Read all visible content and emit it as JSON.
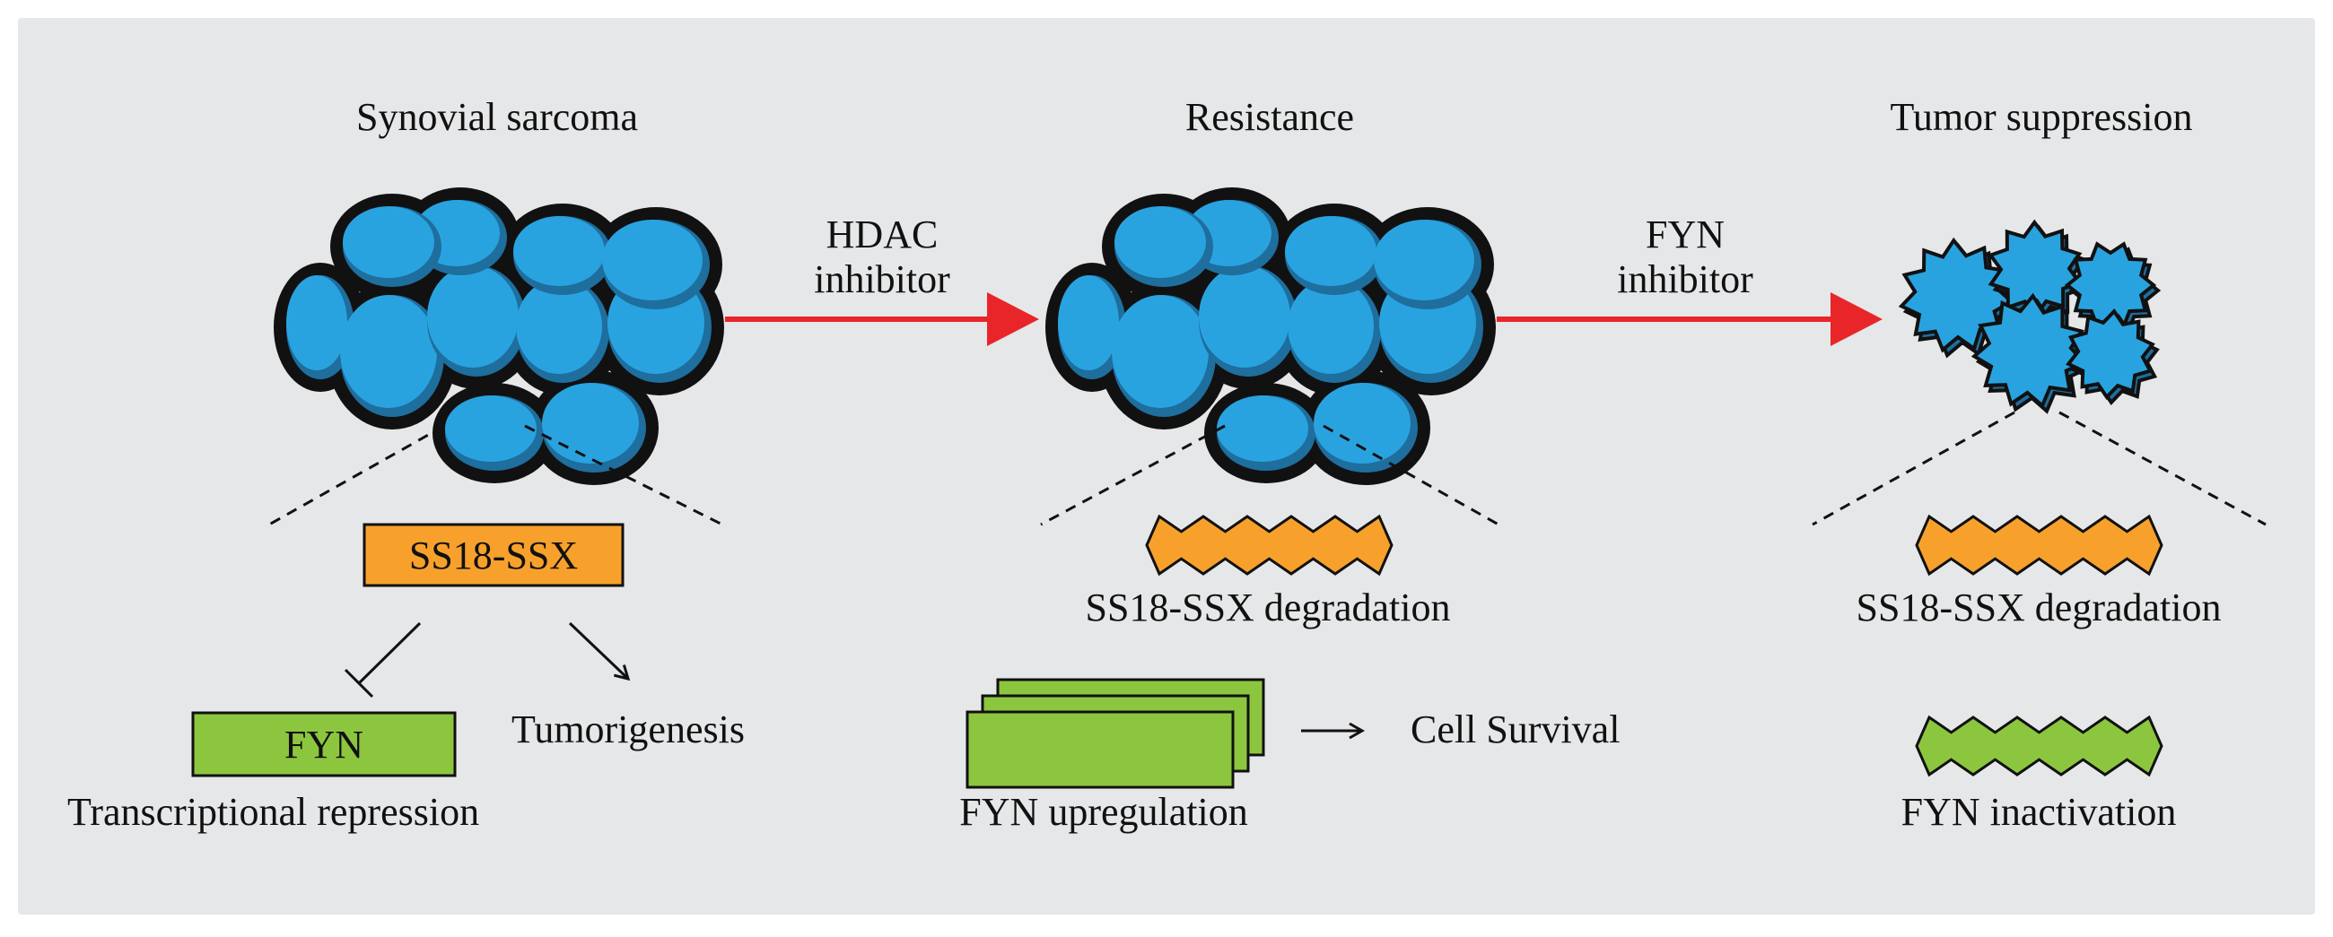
{
  "colors": {
    "page": "#ffffff",
    "panel": "#e6e7e8",
    "cell": "#29a3e0",
    "cell_shadow": "#1e6e9e",
    "outline": "#111111",
    "fusion": "#f7a12c",
    "fyn": "#8cc63f",
    "arrow": "#e8262a"
  },
  "stages": [
    {
      "title": "Synovial sarcoma"
    },
    {
      "title": "Resistance"
    },
    {
      "title": "Tumor suppression"
    }
  ],
  "arrows": [
    {
      "line1": "HDAC",
      "line2": "inhibitor"
    },
    {
      "line1": "FYN",
      "line2": "inhibitor"
    }
  ],
  "stage1": {
    "fusion_label": "SS18-SSX",
    "fyn_label": "FYN",
    "repression_caption": "Transcriptional repression",
    "outcome_label": "Tumorigenesis"
  },
  "stage2": {
    "degradation_caption": "SS18-SSX degradation",
    "upregulation_caption": "FYN upregulation",
    "outcome_label": "Cell Survival"
  },
  "stage3": {
    "degradation_caption": "SS18-SSX degradation",
    "inactivation_caption": "FYN inactivation"
  },
  "icons": {
    "tumor": "tumor-cluster-icon",
    "dying": "dying-cell-cluster-icon",
    "degraded": "degraded-protein-icon",
    "stack": "stacked-fyn-icon"
  }
}
